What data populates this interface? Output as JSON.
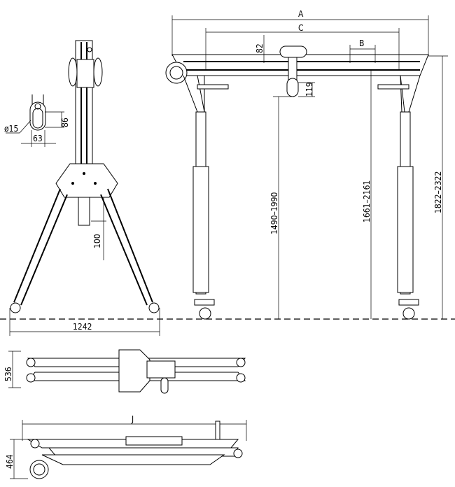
{
  "drawing": {
    "front_view": {
      "dim_A": "A",
      "dim_C": "C",
      "dim_B": "B",
      "dim_82": "82",
      "dim_119": "119",
      "dim_height_beam": "1490–1990",
      "dim_height_inner": "1661–2161",
      "dim_height_total": "1822–2322"
    },
    "side_view": {
      "dim_diameter": "ø15",
      "dim_86": "86",
      "dim_63": "63",
      "dim_100": "100",
      "dim_base_width": "1242"
    },
    "folded_top_view": {
      "dim_width": "536"
    },
    "folded_side_view": {
      "dim_J": "J",
      "dim_height": "464"
    }
  }
}
